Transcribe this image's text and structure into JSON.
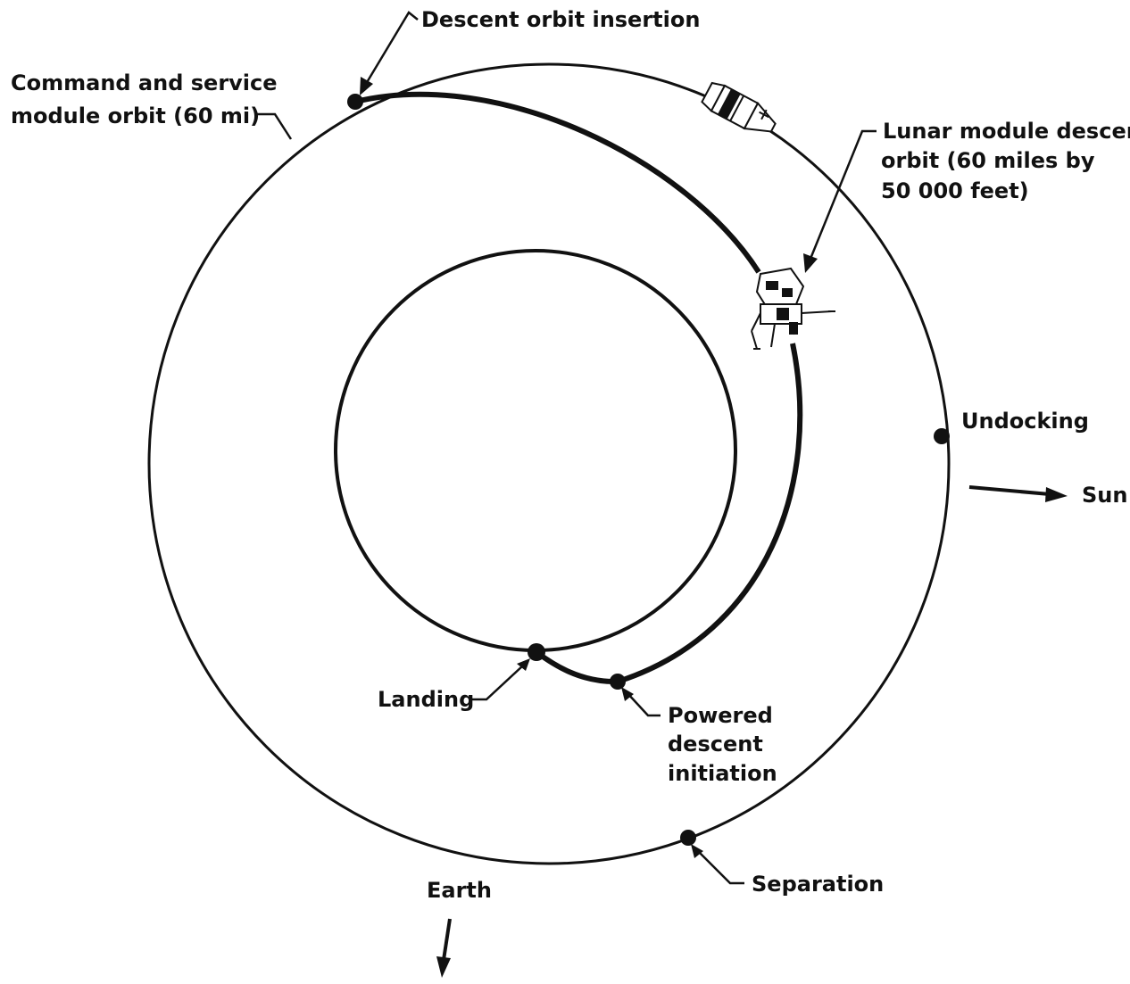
{
  "labels": {
    "descent_orbit_insertion": "Descent orbit insertion",
    "csm_orbit_line1": "Command and service",
    "csm_orbit_line2": "module orbit (60 mi)",
    "lm_descent_line1": "Lunar module descent",
    "lm_descent_line2": "orbit (60 miles by",
    "lm_descent_line3": "50 000 feet)",
    "undocking": "Undocking",
    "sun": "Sun",
    "landing": "Landing",
    "powered_line1": "Powered",
    "powered_line2": "descent",
    "powered_line3": "initiation",
    "separation": "Separation",
    "earth": "Earth"
  },
  "colors": {
    "ink": "#111111",
    "background": "#ffffff"
  },
  "icons": {
    "command_service_module": "command-service-module-icon",
    "lunar_module": "lunar-module-icon"
  }
}
